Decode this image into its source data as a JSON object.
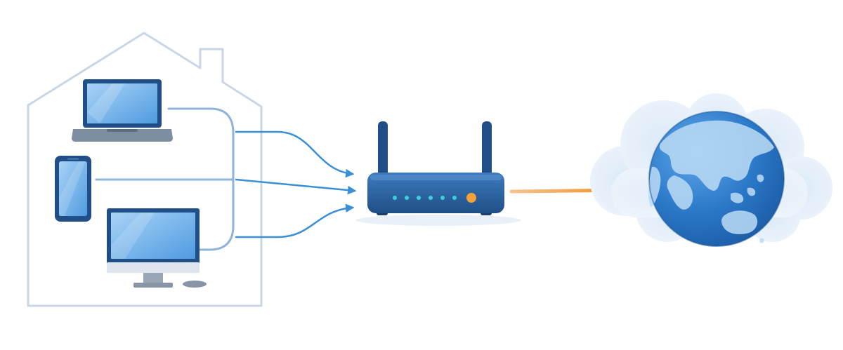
{
  "diagram": {
    "nodes": [
      {
        "id": "home",
        "icon": "house-outline-icon"
      },
      {
        "id": "laptop",
        "icon": "laptop-icon"
      },
      {
        "id": "smartphone",
        "icon": "smartphone-icon"
      },
      {
        "id": "desktop",
        "icon": "desktop-computer-icon"
      },
      {
        "id": "router",
        "icon": "wifi-router-icon",
        "status_lights": 6
      },
      {
        "id": "internet",
        "icon": "globe-icon"
      },
      {
        "id": "cloud",
        "icon": "cloud-icon"
      }
    ],
    "edges": [
      {
        "from": "laptop",
        "to": "router"
      },
      {
        "from": "smartphone",
        "to": "router"
      },
      {
        "from": "desktop",
        "to": "router"
      },
      {
        "from": "router",
        "to": "internet"
      }
    ]
  },
  "colors": {
    "house_outline": "#c9d6e6",
    "device_links": "#8fb3d9",
    "arrows": "#3a8fd6",
    "device_screen": "#6fb2ea",
    "device_frame": "#1f4f86",
    "router_body": "#2a5f9e",
    "router_lights": "#3ad0d8",
    "router_power_light": "#f5a23a",
    "uplink_arrow": "#f5a041",
    "globe_ocean": "#2f7fd0",
    "globe_land": "#bcdcf6",
    "cloud": "#e8f2fb"
  }
}
